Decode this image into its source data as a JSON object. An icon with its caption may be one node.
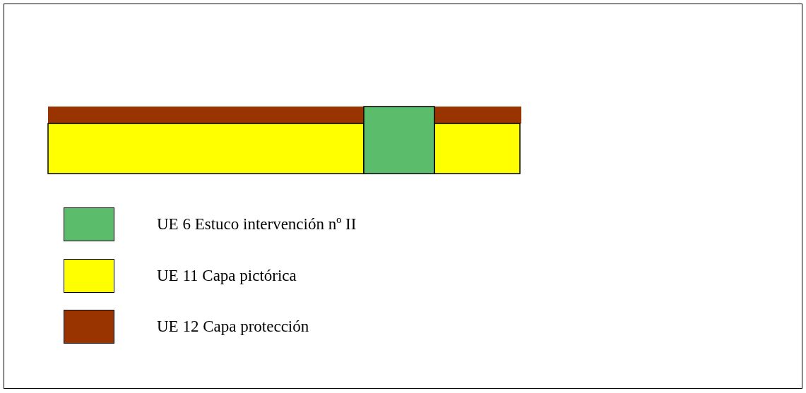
{
  "diagram": {
    "legend": [
      {
        "text": "UE 6 Estuco intervención nº II",
        "color": "#5bbd6b"
      },
      {
        "text": "UE 11 Capa pictórica",
        "color": "#ffff00"
      },
      {
        "text": "UE 12 Capa protección",
        "color": "#993300"
      }
    ]
  }
}
